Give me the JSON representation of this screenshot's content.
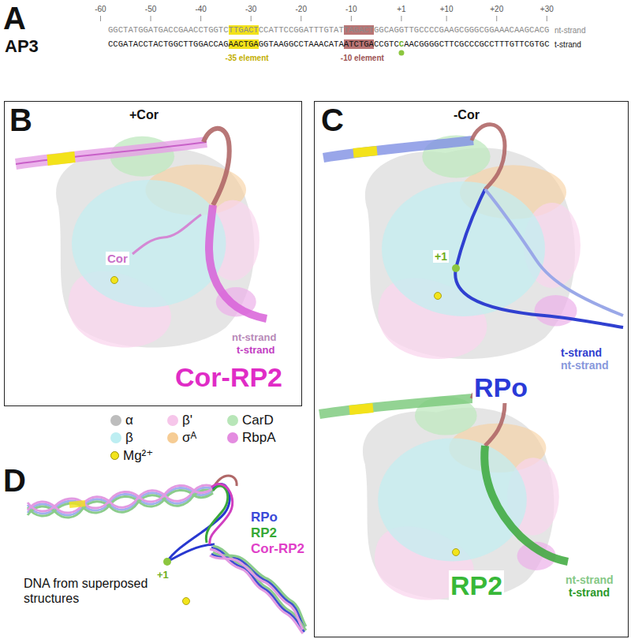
{
  "diagram": {
    "nodes": [
      {
        "text": [
          "B",
          "+Cor",
          "Cor",
          "nt-strand",
          "t-strand",
          "Cor-RP2"
        ]
      },
      {
        "text": [
          "C",
          "-Cor",
          "+1",
          "t-strand",
          "nt-strand",
          "RPo",
          "nt-strand",
          "t-strand",
          "RP2"
        ]
      }
    ],
    "labels": [
      "A",
      "AP3",
      "-60",
      "-50",
      "-40",
      "-30",
      "-20",
      "-10",
      "+1",
      "+10",
      "+20",
      "+30",
      "GGCTATGGATGACCGAACCTGGTC",
      "TTGACT",
      "CCATTCCGGATTTGTAT",
      "TAGACT",
      "GGCAGGTTGCCCCGAAGCGGGCGGAAACAAGCACG",
      "nt-strand",
      "CCGATACCTACTGGCTTGGACCAG",
      "AACTGA",
      "GGTAAGGCCTAAACATA",
      "ATCTGA",
      "CCGTC",
      "C",
      "AACGGGGCTTCGCCCGCCTTTGTTCGTGC",
      "t-strand",
      "-35 element",
      "-10 element",
      "D",
      "RPo",
      "RP2",
      "Cor-RP2",
      "+1",
      "DNA from superposed structures"
    ],
    "legend": [
      {
        "text": "α",
        "color": "#bdbdbd"
      },
      {
        "text": "β'",
        "color": "#f6c6ea"
      },
      {
        "text": "CarD",
        "color": "#b8e6b8"
      },
      {
        "text": "β",
        "color": "#bdeef2"
      },
      {
        "text": "σᴬ",
        "color": "#f6cc94"
      },
      {
        "text": "RbpA",
        "color": "#e48ce0"
      },
      {
        "text": "Mg²⁺",
        "color": "#f2e41c"
      }
    ]
  }
}
